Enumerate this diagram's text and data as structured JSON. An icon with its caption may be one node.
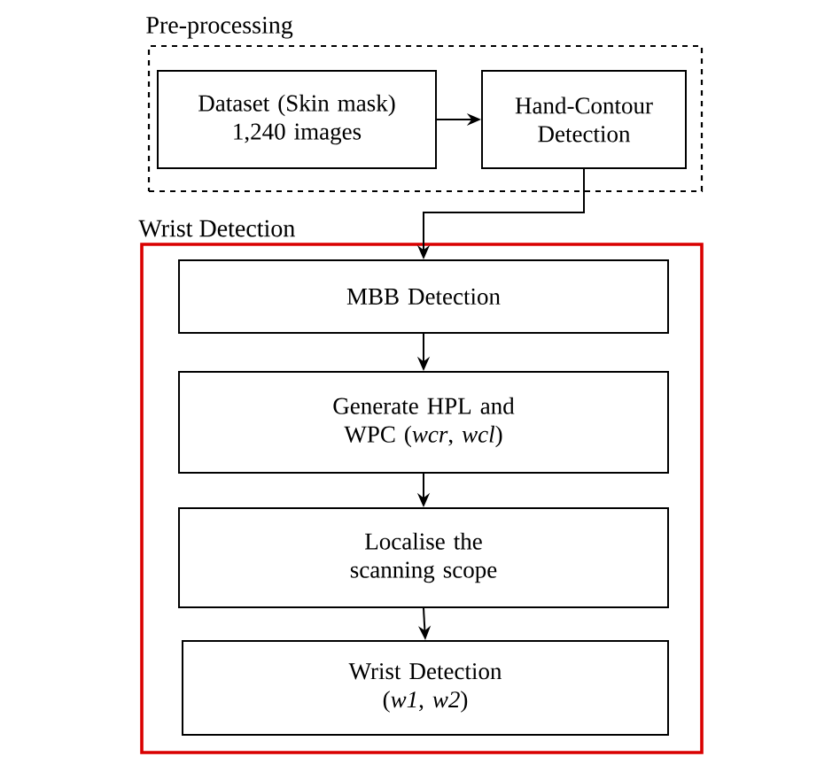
{
  "diagram": {
    "nodes": [
      {
        "text": [
          "Pre-processing"
        ]
      },
      {
        "text": [
          "Dataset (Skin mask) 1,240 images"
        ],
        "in": 0
      },
      {
        "text": [
          "Hand-Contour Detection"
        ],
        "in": 0
      },
      {
        "text": [
          "Wrist Detection"
        ]
      },
      {
        "text": [
          "MBB Detection"
        ],
        "in": 3
      },
      {
        "text": [
          "Generate HPL and WPC (*wcr*, *wcl*)"
        ],
        "in": 3
      },
      {
        "text": [
          "Localise the scanning scope"
        ],
        "in": 3
      },
      {
        "text": [
          "Wrist Detection (*w1*, *w2*)"
        ],
        "in": 3
      }
    ],
    "edges": [
      {
        "from": 1,
        "to": 2,
        "arrow": "to"
      },
      {
        "from": 2,
        "to": 4,
        "arrow": "to"
      },
      {
        "from": 4,
        "to": 5,
        "arrow": "to"
      },
      {
        "from": 5,
        "to": 6,
        "arrow": "to"
      },
      {
        "from": 6,
        "to": 7,
        "arrow": "to"
      }
    ]
  }
}
